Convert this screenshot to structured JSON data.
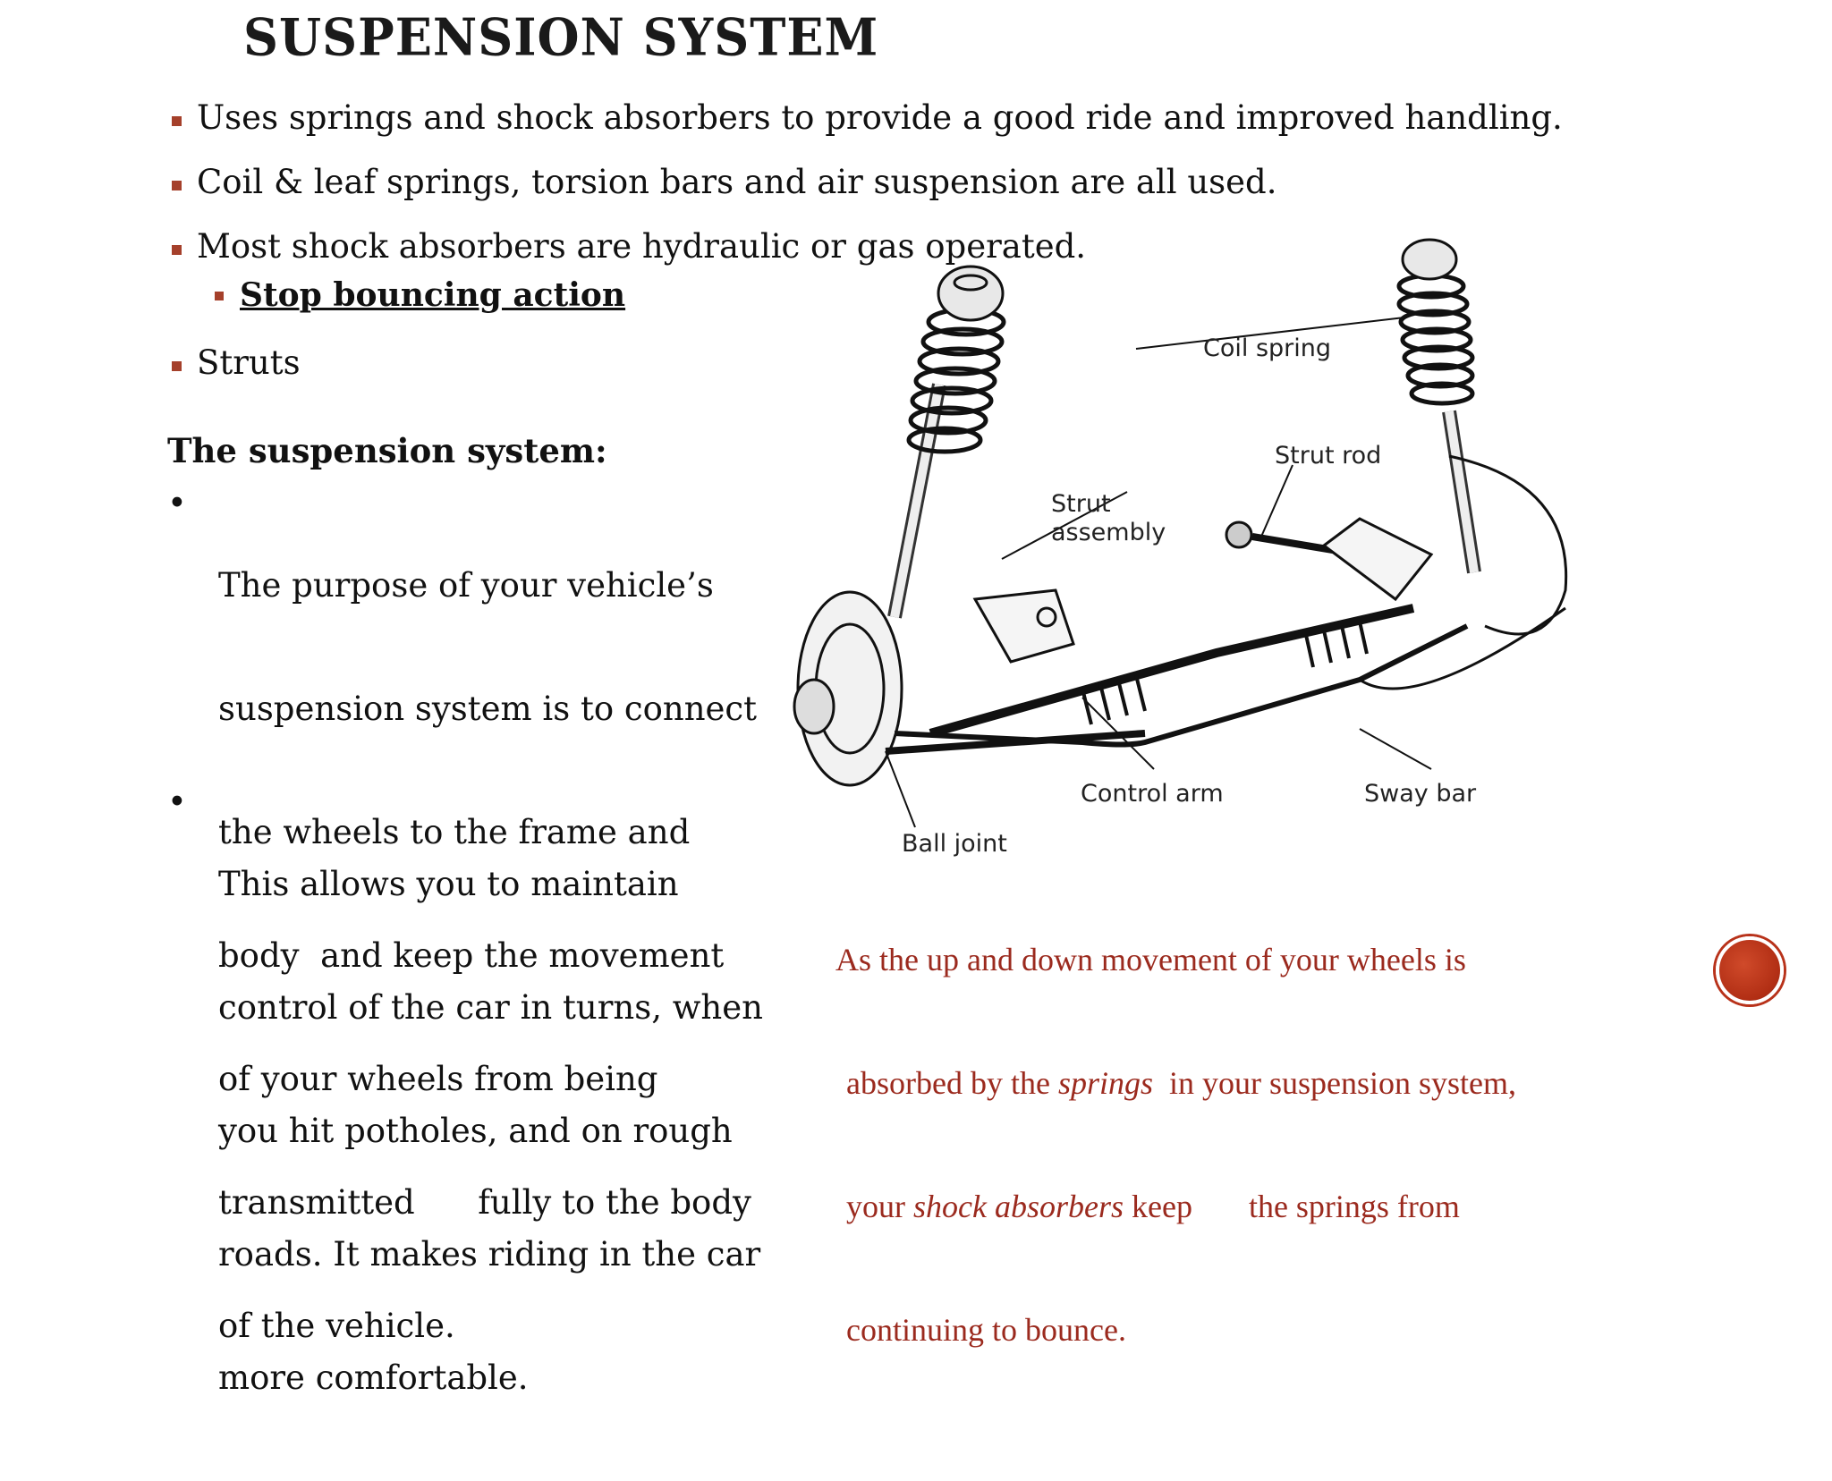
{
  "slide": {
    "title": "SUSPENSION SYSTEM",
    "bullets": [
      "Uses springs and shock absorbers to provide a good ride and improved handling.",
      "Coil & leaf springs, torsion bars and air suspension are all used.",
      "Most shock absorbers are hydraulic or gas operated."
    ],
    "sub_bullet": "Stop bouncing action",
    "last_bullet": "Struts",
    "section_heading": "The suspension system:",
    "points": [
      {
        "lines": [
          "The purpose of your vehicle’s",
          "suspension system is to connect",
          "the wheels to the frame and",
          "body  and keep the movement",
          "of your wheels from being",
          "transmitted      fully to the body",
          "of the vehicle."
        ]
      },
      {
        "lines": [
          "This allows you to maintain",
          "control of the car in turns, when",
          "you hit potholes, and on rough",
          "roads. It makes riding in the car",
          "more comfortable."
        ]
      }
    ],
    "caption": {
      "line1": "As the up and down movement of your wheels is",
      "line2a": "absorbed by the ",
      "line2b": "springs",
      "line2c": "  in your suspension system,",
      "line3a": "your ",
      "line3b": "shock absorbers",
      "line3c": " keep       the springs from",
      "line4": "continuing to bounce."
    }
  },
  "diagram": {
    "labels": {
      "coil_spring": "Coil spring",
      "strut_rod": "Strut rod",
      "strut_assembly_1": "Strut",
      "strut_assembly_2": "assembly",
      "control_arm": "Control arm",
      "sway_bar": "Sway bar",
      "ball_joint": "Ball joint"
    }
  },
  "colors": {
    "accent": "#a5402b",
    "caption": "#9b2a1e"
  }
}
